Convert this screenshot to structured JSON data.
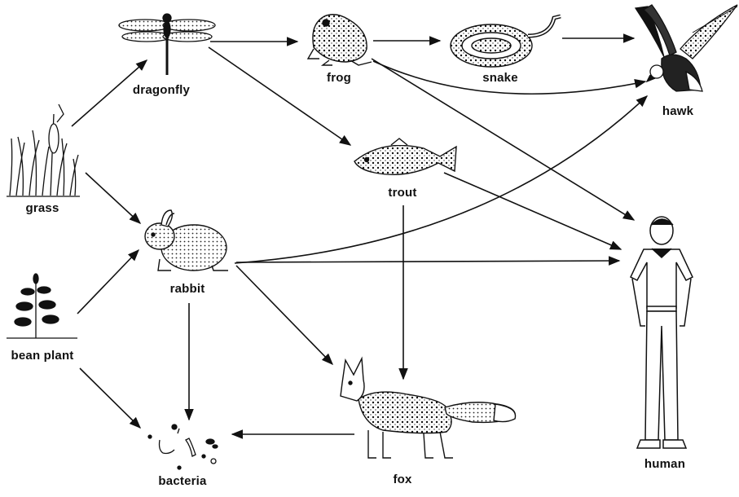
{
  "organisms": {
    "dragonfly": "dragonfly",
    "frog": "frog",
    "snake": "snake",
    "hawk": "hawk",
    "grass": "grass",
    "trout": "trout",
    "rabbit": "rabbit",
    "bean_plant": "bean plant",
    "human": "human",
    "fox": "fox",
    "bacteria": "bacteria"
  },
  "icons": [
    "dragonfly-icon",
    "frog-icon",
    "snake-icon",
    "hawk-icon",
    "grass-icon",
    "trout-icon",
    "rabbit-icon",
    "bean-plant-icon",
    "human-icon",
    "fox-icon",
    "bacteria-icon"
  ],
  "colors": {
    "ink": "#111111",
    "background": "#ffffff"
  }
}
